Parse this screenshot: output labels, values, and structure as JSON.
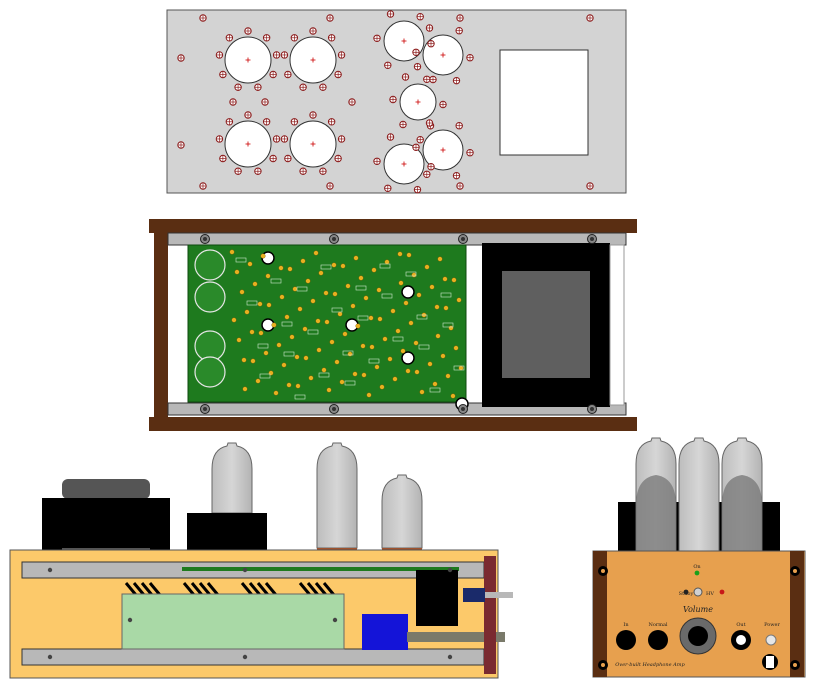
{
  "drawing": {
    "views": [
      "top-panel-drilling",
      "top-view-assembly",
      "side-view",
      "front-view"
    ]
  },
  "front_panel": {
    "labels": {
      "on": "On",
      "standby": "Stdby",
      "hv": "HV",
      "volume": "Volume",
      "input_1": "In",
      "input_2": "Normal",
      "output": "Out",
      "power": "Power",
      "product_name": "Over-built Headphone Amp"
    }
  },
  "colors": {
    "panel_grey": "#d3d3d3",
    "pcb_green": "#1e7a1e",
    "wood": "#5a2e12",
    "front_orange": "#e7a04e",
    "chassis_yellow": "#fcc96a",
    "transformer": "#000000",
    "tube_glass": "#c9c9c9",
    "blue_jack": "#1414d8"
  }
}
